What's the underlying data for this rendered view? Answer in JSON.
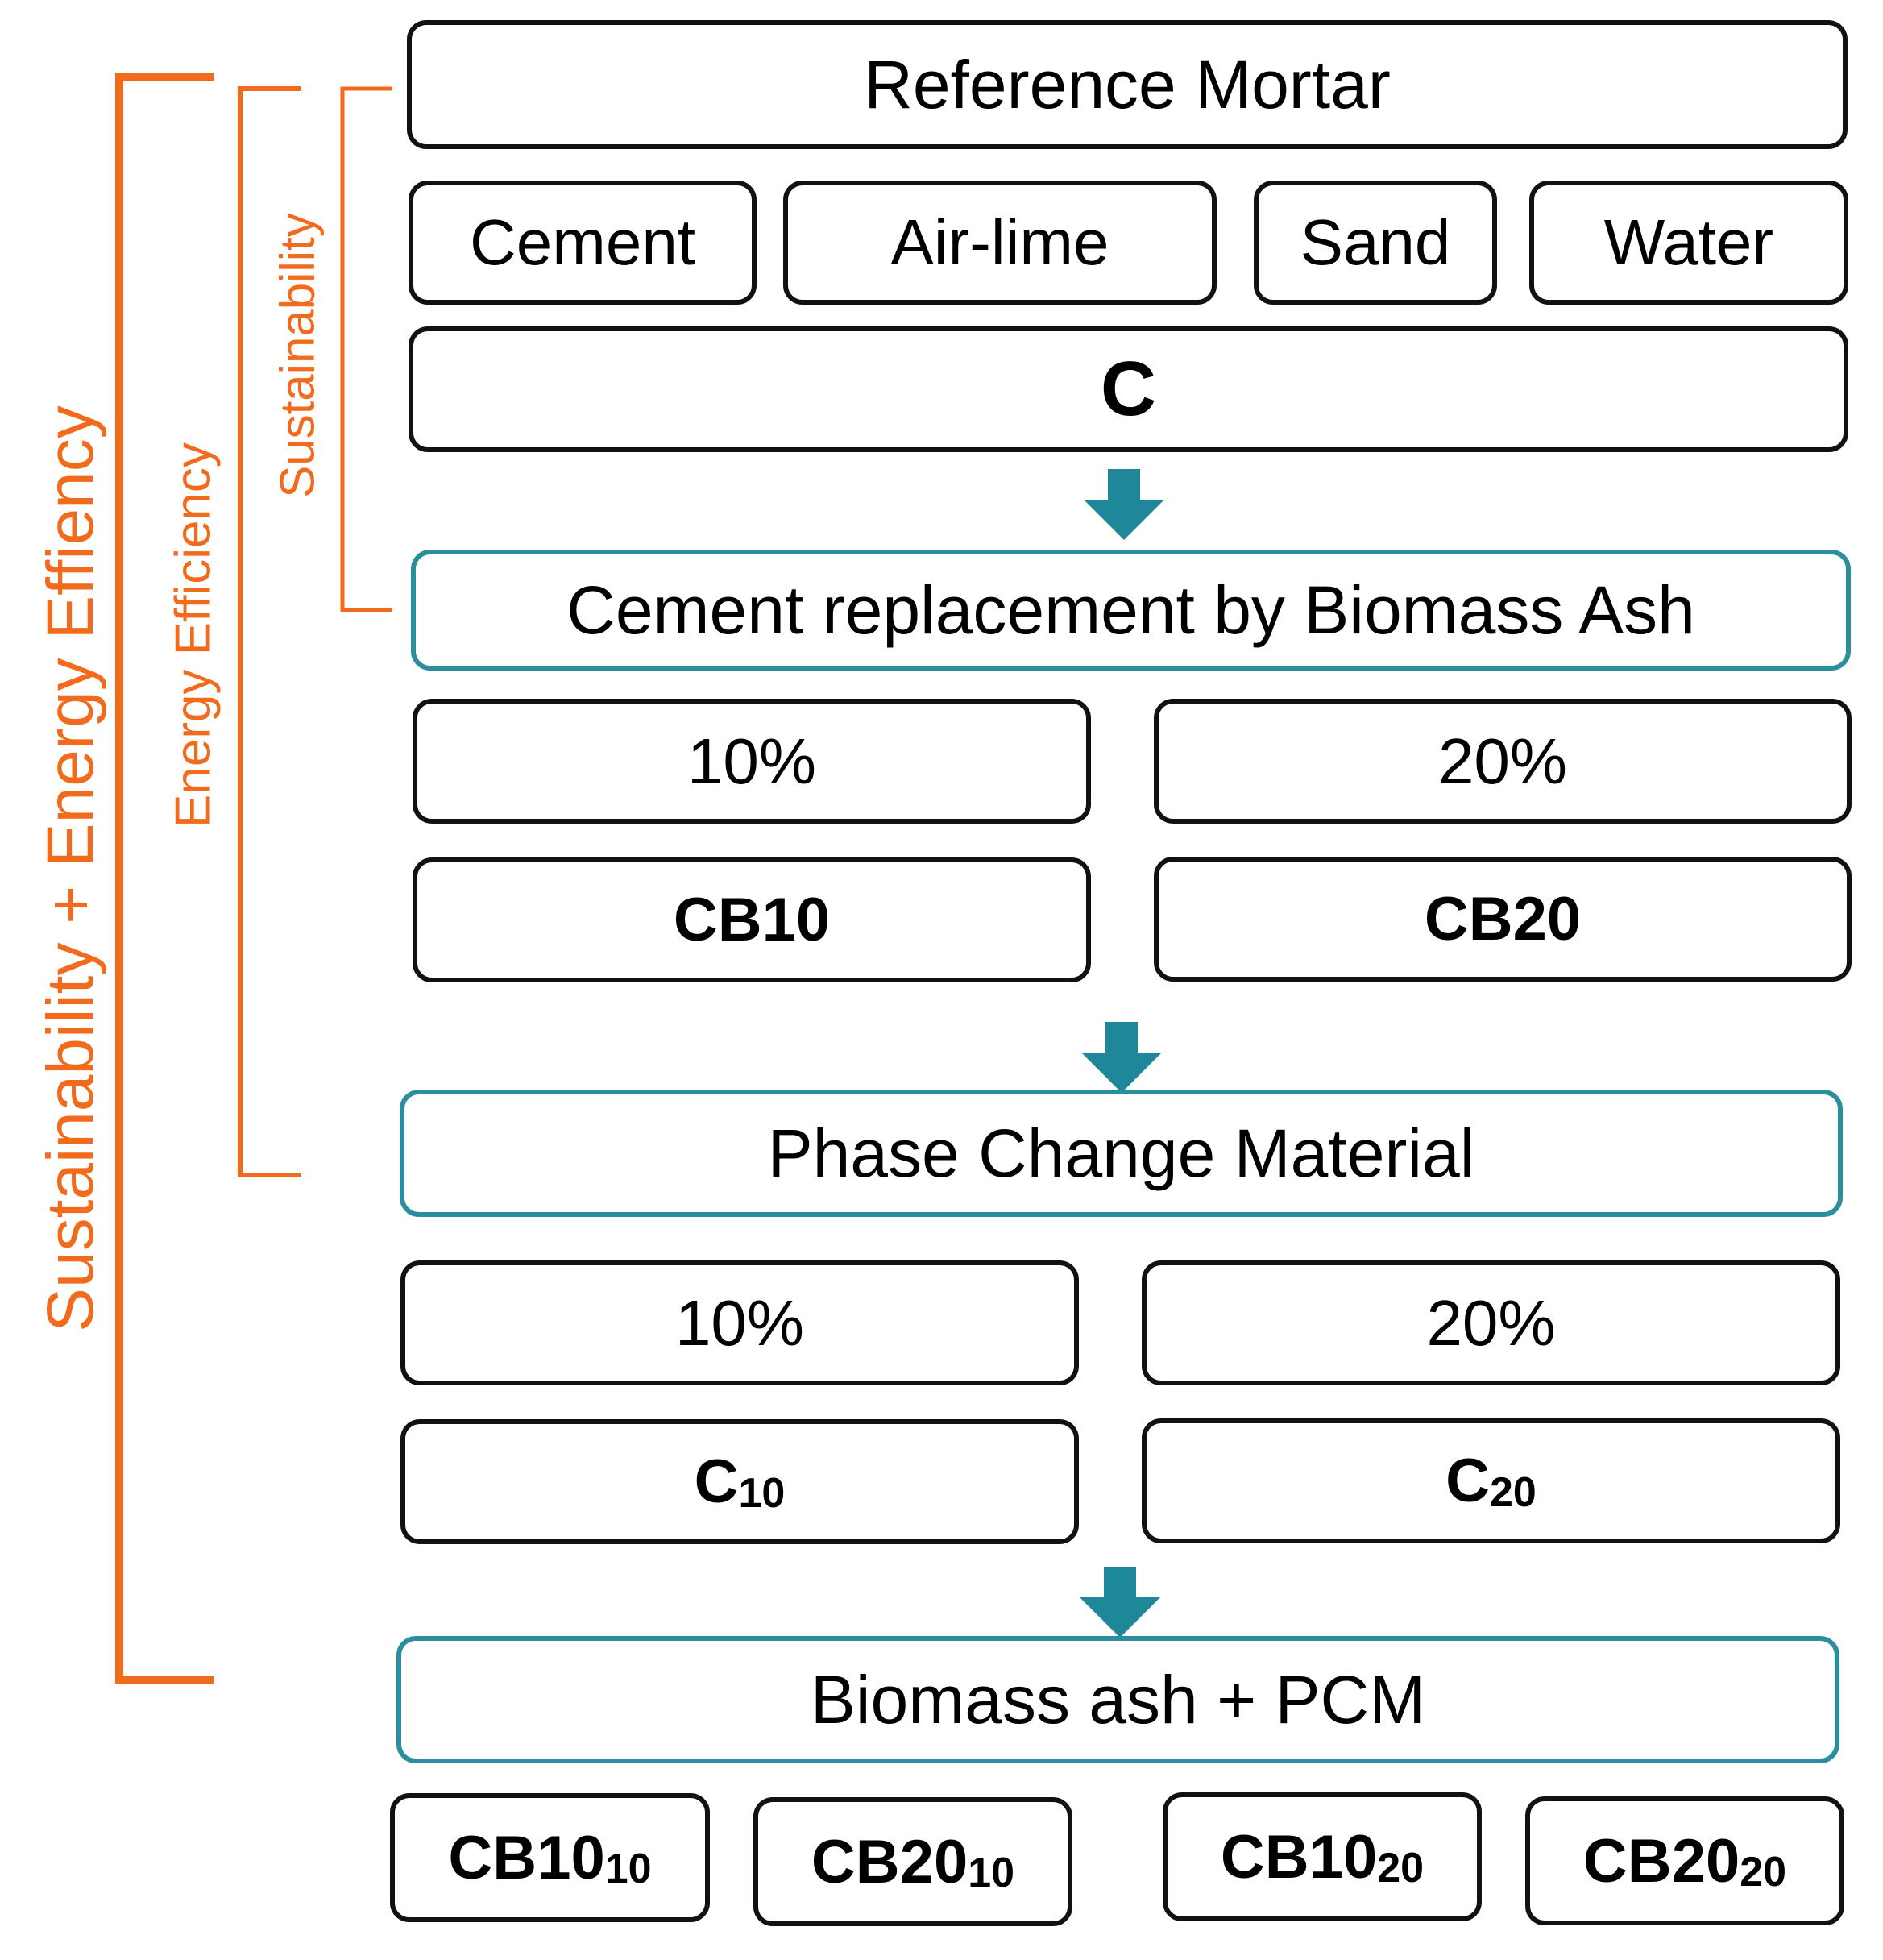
{
  "colors": {
    "teal": "#2b8e9c",
    "orange": "#f26a1b",
    "border": "#111111"
  },
  "labels": {
    "outer": "Sustainability + Energy Effiency",
    "middle": "Energy Efficiency",
    "inner": "Sustainability"
  },
  "reference": {
    "title": "Reference Mortar",
    "components": [
      "Cement",
      "Air-lime",
      "Sand",
      "Water"
    ],
    "code": "C"
  },
  "biomass": {
    "title": "Cement replacement by Biomass Ash",
    "percents": [
      "10%",
      "20%"
    ],
    "codes": [
      {
        "main": "CB10",
        "sub": ""
      },
      {
        "main": "CB20",
        "sub": ""
      }
    ]
  },
  "pcm": {
    "title": "Phase Change Material",
    "percents": [
      "10%",
      "20%"
    ],
    "codes": [
      {
        "main": "C",
        "sub": "10"
      },
      {
        "main": "C",
        "sub": "20"
      }
    ]
  },
  "combined": {
    "title": "Biomass ash + PCM",
    "codes": [
      {
        "main": "CB10",
        "sub": "10"
      },
      {
        "main": "CB20",
        "sub": "10"
      },
      {
        "main": "CB10",
        "sub": "20"
      },
      {
        "main": "CB20",
        "sub": "20"
      }
    ]
  }
}
